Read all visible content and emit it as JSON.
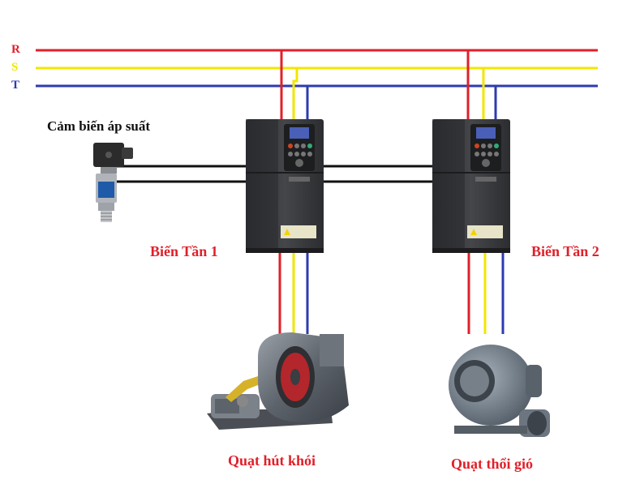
{
  "phases": [
    {
      "label": "R",
      "color": "#e0202a"
    },
    {
      "label": "S",
      "color": "#f2e600"
    },
    {
      "label": "T",
      "color": "#2e3bb0"
    }
  ],
  "sensor": {
    "title": "Cảm biến áp suất",
    "icon": "pressure-sensor-icon"
  },
  "inverters": [
    {
      "label": "Biến Tần 1",
      "icon": "inverter-icon"
    },
    {
      "label": "Biến Tần 2",
      "icon": "inverter-icon"
    }
  ],
  "fans": [
    {
      "label": "Quạt hút khói",
      "icon": "exhaust-fan-icon"
    },
    {
      "label": "Quạt thổi gió",
      "icon": "blower-fan-icon"
    }
  ],
  "colors": {
    "label_red": "#e0202a",
    "label_black": "#111111",
    "signal_wire": "#111111",
    "inverter_body": "#3a3c40"
  }
}
